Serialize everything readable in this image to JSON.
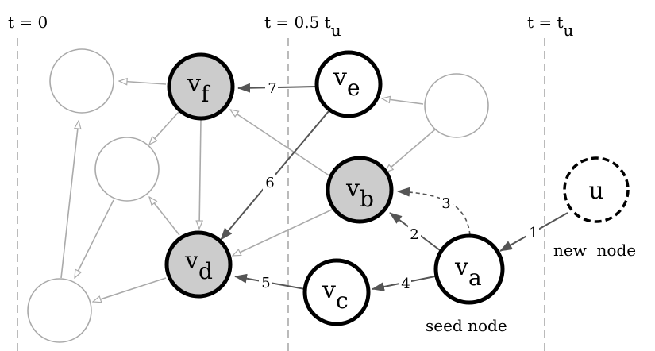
{
  "time_markers": [
    {
      "id": "t0",
      "label": "t = 0"
    },
    {
      "id": "thalf",
      "label_main": "t = 0.5 t",
      "label_sub": "u"
    },
    {
      "id": "tu",
      "label_main": "t = t",
      "label_sub": "u"
    }
  ],
  "nodes": {
    "vf": {
      "base": "v",
      "sub": "f"
    },
    "ve": {
      "base": "v",
      "sub": "e"
    },
    "vb": {
      "base": "v",
      "sub": "b"
    },
    "vd": {
      "base": "v",
      "sub": "d"
    },
    "vc": {
      "base": "v",
      "sub": "c"
    },
    "va": {
      "base": "v",
      "sub": "a"
    },
    "u": {
      "base": "u",
      "sub": ""
    }
  },
  "edge_labels": {
    "e1": "1",
    "e2": "2",
    "e3": "3",
    "e4": "4",
    "e5": "5",
    "e6": "6",
    "e7": "7"
  },
  "captions": {
    "new_node": "new  node",
    "seed_node": "seed node"
  },
  "colors": {
    "active_stroke": "#000000",
    "inactive_stroke": "#aaaaaa",
    "highlight_fill": "#cccccc",
    "walk_edge": "#555555",
    "divider": "#aaaaaa"
  }
}
